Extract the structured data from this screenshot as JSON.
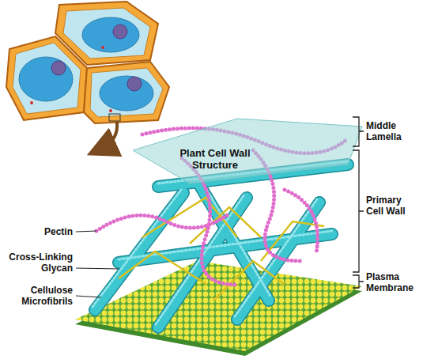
{
  "diagram": {
    "labels": [
      "Plant Cell Wall Structure",
      "Middle Lamella",
      "Primary Cell Wall",
      "Plasma Membrane",
      "Pectin",
      "Cross-Linking Glycan",
      "Cellulose Microfibrils"
    ]
  }
}
